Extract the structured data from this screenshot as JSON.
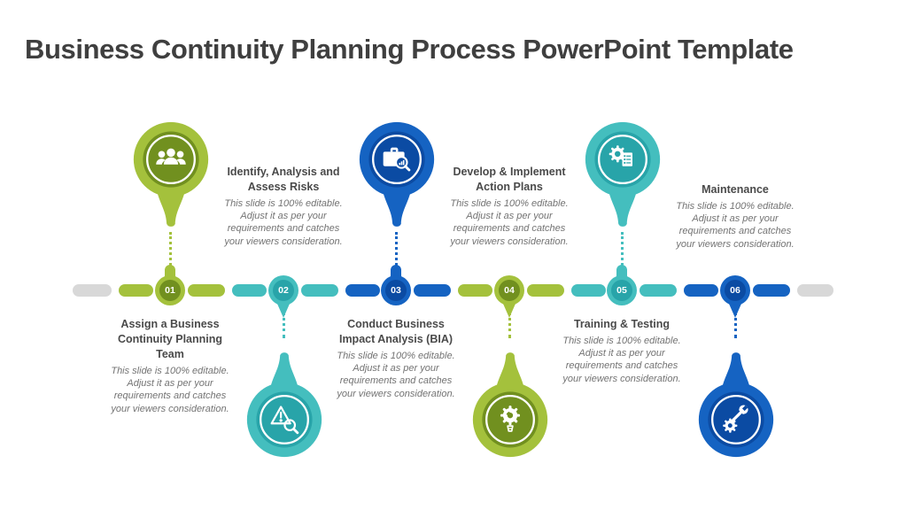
{
  "title": "Business Continuity Planning Process PowerPoint Template",
  "palette": {
    "green": "#A4C13C",
    "green_dark": "#71901F",
    "teal": "#44BEBE",
    "teal_dark": "#28A4A9",
    "blue": "#1563C2",
    "blue_dark": "#0B4BA3",
    "segment_gray": "#D8D8D8",
    "title_color": "#3F3F3F",
    "step_title_color": "#4A4A4A",
    "description_color": "#737373",
    "background": "#FFFFFF"
  },
  "steps": [
    {
      "number": "01",
      "title": "Assign a Business Continuity Planning Team",
      "description": "This slide is 100% editable. Adjust it as per your requirements and catches your viewers consideration.",
      "icon": "team-icon",
      "color": "green",
      "layout": "icon-above-text-below"
    },
    {
      "number": "02",
      "title": "Identify, Analysis and Assess Risks",
      "description": "This slide is 100% editable. Adjust it as per your requirements and catches your viewers consideration.",
      "icon": "risk-warning-magnifier-icon",
      "color": "teal",
      "layout": "text-above-icon-below"
    },
    {
      "number": "03",
      "title": "Conduct Business Impact Analysis (BIA)",
      "description": "This slide is 100% editable. Adjust it as per your requirements and catches your viewers consideration.",
      "icon": "briefcase-analysis-icon",
      "color": "blue",
      "layout": "icon-above-text-below"
    },
    {
      "number": "04",
      "title": "Develop & Implement Action Plans",
      "description": "This slide is 100% editable. Adjust it as per your requirements and catches your viewers consideration.",
      "icon": "gear-idea-icon",
      "color": "green",
      "layout": "text-above-icon-below"
    },
    {
      "number": "05",
      "title": "Training & Testing",
      "description": "This slide is 100% editable. Adjust it as per your requirements and catches your viewers consideration.",
      "icon": "gear-checklist-icon",
      "color": "teal",
      "layout": "icon-above-text-below"
    },
    {
      "number": "06",
      "title": "Maintenance",
      "description": "This slide is 100% editable. Adjust it as per your requirements and catches your viewers consideration.",
      "icon": "wrench-gear-icon",
      "color": "blue",
      "layout": "text-above-icon-below"
    }
  ]
}
